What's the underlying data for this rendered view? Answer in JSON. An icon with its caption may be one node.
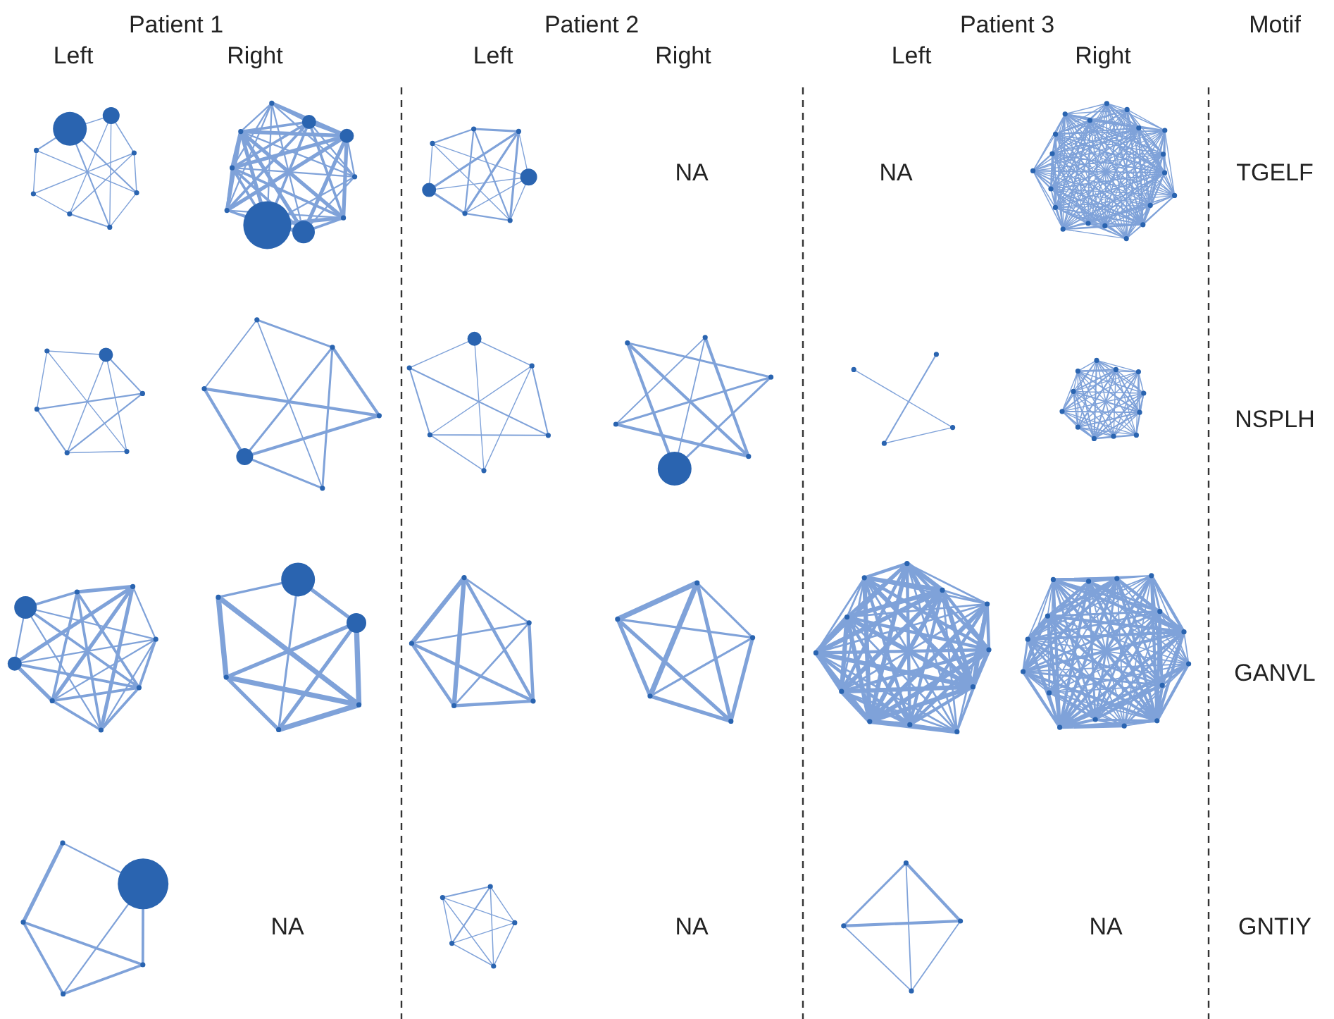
{
  "diagram": {
    "labels": [
      "Patient 1",
      "Patient 2",
      "Patient 3",
      "Motif",
      "Left",
      "Right",
      "Left",
      "Right",
      "Left",
      "Right",
      "NA",
      "NA",
      "TGELF",
      "NSPLH",
      "GANVL",
      "NA",
      "NA",
      "NA",
      "GNTIY"
    ]
  }
}
